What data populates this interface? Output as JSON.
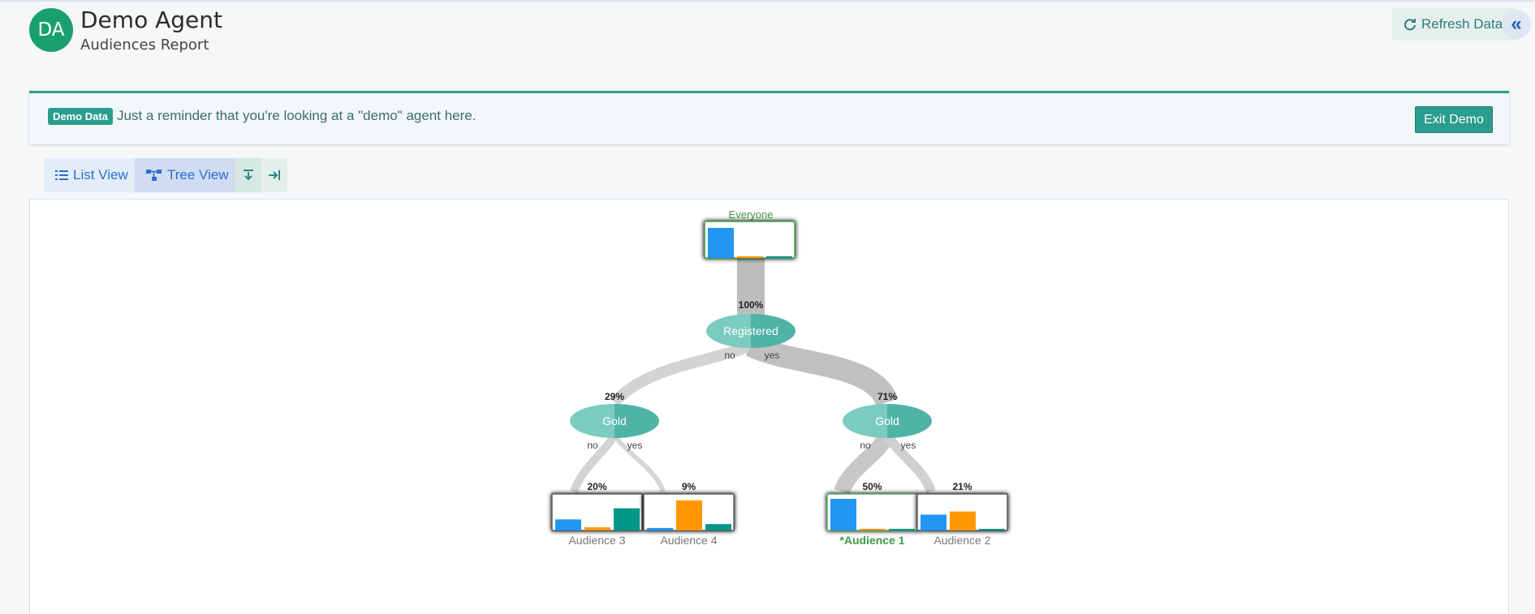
{
  "header": {
    "avatar_initials": "DA",
    "title": "Demo Agent",
    "subtitle": "Audiences Report",
    "refresh_label": "Refresh Data",
    "refresh_icon": "refresh-icon",
    "collapse_icon": "double-chevron-left-icon"
  },
  "banner": {
    "badge": "Demo Data",
    "text": "Just a reminder that you're looking at a \"demo\" agent here.",
    "exit_label": "Exit Demo"
  },
  "view_toolbar": {
    "list_label": "List View",
    "tree_label": "Tree View",
    "list_icon": "list-icon",
    "tree_icon": "sitemap-icon",
    "expand_icon": "arrow-down-to-line-icon",
    "collapse_icon": "arrow-right-to-line-icon"
  },
  "colors": {
    "bar_blue": "#2196f3",
    "bar_orange": "#ff9800",
    "bar_teal": "#009688",
    "node_fill": "#5bbcb0",
    "accent": "#2a9d8f",
    "highlight_green": "#3d9b46"
  },
  "tree": {
    "root": {
      "label": "Everyone",
      "bars": [
        0.95,
        0.05,
        0.05
      ],
      "highlighted": true
    },
    "root_percent": "100%",
    "split": {
      "label": "Registered",
      "no": "no",
      "yes": "yes"
    },
    "left": {
      "percent": "29%",
      "label": "Gold",
      "no": "no",
      "yes": "yes"
    },
    "right": {
      "percent": "71%",
      "label": "Gold",
      "no": "no",
      "yes": "yes"
    },
    "leaves": [
      {
        "percent": "20%",
        "label": "Audience 3",
        "bars": [
          0.35,
          0.1,
          0.7
        ],
        "highlighted": false
      },
      {
        "percent": "9%",
        "label": "Audience 4",
        "bars": [
          0.08,
          0.95,
          0.2
        ],
        "highlighted": false
      },
      {
        "percent": "50%",
        "label": "*Audience 1",
        "bars": [
          1.0,
          0.05,
          0.05
        ],
        "highlighted": true
      },
      {
        "percent": "21%",
        "label": "Audience 2",
        "bars": [
          0.5,
          0.6,
          0.05
        ],
        "highlighted": false
      }
    ]
  }
}
